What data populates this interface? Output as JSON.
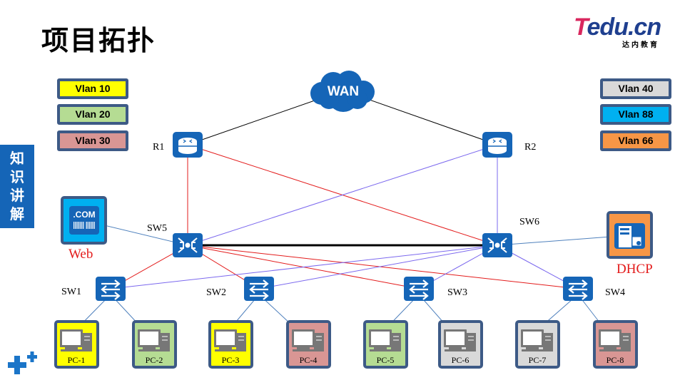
{
  "header": {
    "title": "项目拓扑",
    "logo": {
      "brand_t": "T",
      "brand_rest": "edu.cn",
      "subtitle": "达内教育"
    }
  },
  "side_tab": {
    "chars": [
      "知",
      "识",
      "讲",
      "解"
    ]
  },
  "legend": {
    "left": [
      {
        "label": "Vlan 10",
        "color": "#ffff00"
      },
      {
        "label": "Vlan 20",
        "color": "#b5dc93"
      },
      {
        "label": "Vlan 30",
        "color": "#d99694"
      }
    ],
    "right": [
      {
        "label": "Vlan 40",
        "color": "#d9d9d9"
      },
      {
        "label": "Vlan 88",
        "color": "#00b0f0"
      },
      {
        "label": "Vlan 66",
        "color": "#f79646"
      }
    ]
  },
  "colors": {
    "device_blue": "#1565b7",
    "frame_border": "#3d5a86",
    "link_black": "#000000",
    "link_red": "#e31b1b",
    "link_purple": "#7b68ee",
    "link_access": "#4f81bd"
  },
  "topology": {
    "wan": {
      "label": "WAN"
    },
    "routers": [
      {
        "id": "R1",
        "label": "R1"
      },
      {
        "id": "R2",
        "label": "R2"
      }
    ],
    "core_switches": [
      {
        "id": "SW5",
        "label": "SW5"
      },
      {
        "id": "SW6",
        "label": "SW6"
      }
    ],
    "access_switches": [
      {
        "id": "SW1",
        "label": "SW1"
      },
      {
        "id": "SW2",
        "label": "SW2"
      },
      {
        "id": "SW3",
        "label": "SW3"
      },
      {
        "id": "SW4",
        "label": "SW4"
      }
    ],
    "servers": [
      {
        "id": "web",
        "label": "Web",
        "icon_text": ".COM",
        "vlan": "Vlan 88"
      },
      {
        "id": "dhcp",
        "label": "DHCP",
        "vlan": "Vlan 66"
      }
    ],
    "pcs": [
      {
        "label": "PC-1",
        "vlan": "Vlan 10",
        "switch": "SW1"
      },
      {
        "label": "PC-2",
        "vlan": "Vlan 20",
        "switch": "SW1"
      },
      {
        "label": "PC-3",
        "vlan": "Vlan 10",
        "switch": "SW2"
      },
      {
        "label": "PC-4",
        "vlan": "Vlan 30",
        "switch": "SW2"
      },
      {
        "label": "PC-5",
        "vlan": "Vlan 20",
        "switch": "SW3"
      },
      {
        "label": "PC-6",
        "vlan": "Vlan 40",
        "switch": "SW3"
      },
      {
        "label": "PC-7",
        "vlan": "Vlan 40",
        "switch": "SW4"
      },
      {
        "label": "PC-8",
        "vlan": "Vlan 30",
        "switch": "SW4"
      }
    ],
    "links": [
      {
        "from": "WAN",
        "to": "R1",
        "type": "black"
      },
      {
        "from": "WAN",
        "to": "R2",
        "type": "black"
      },
      {
        "from": "R1",
        "to": "SW5",
        "type": "red"
      },
      {
        "from": "R1",
        "to": "SW6",
        "type": "red"
      },
      {
        "from": "R2",
        "to": "SW5",
        "type": "purple"
      },
      {
        "from": "R2",
        "to": "SW6",
        "type": "purple"
      },
      {
        "from": "SW5",
        "to": "SW6",
        "type": "trunk"
      },
      {
        "from": "SW5",
        "to": "SW1",
        "type": "red"
      },
      {
        "from": "SW5",
        "to": "SW2",
        "type": "red"
      },
      {
        "from": "SW5",
        "to": "SW3",
        "type": "red"
      },
      {
        "from": "SW5",
        "to": "SW4",
        "type": "red"
      },
      {
        "from": "SW6",
        "to": "SW1",
        "type": "purple"
      },
      {
        "from": "SW6",
        "to": "SW2",
        "type": "purple"
      },
      {
        "from": "SW6",
        "to": "SW3",
        "type": "purple"
      },
      {
        "from": "SW6",
        "to": "SW4",
        "type": "purple"
      },
      {
        "from": "Web",
        "to": "SW5",
        "type": "access"
      },
      {
        "from": "SW6",
        "to": "DHCP",
        "type": "access"
      }
    ]
  }
}
